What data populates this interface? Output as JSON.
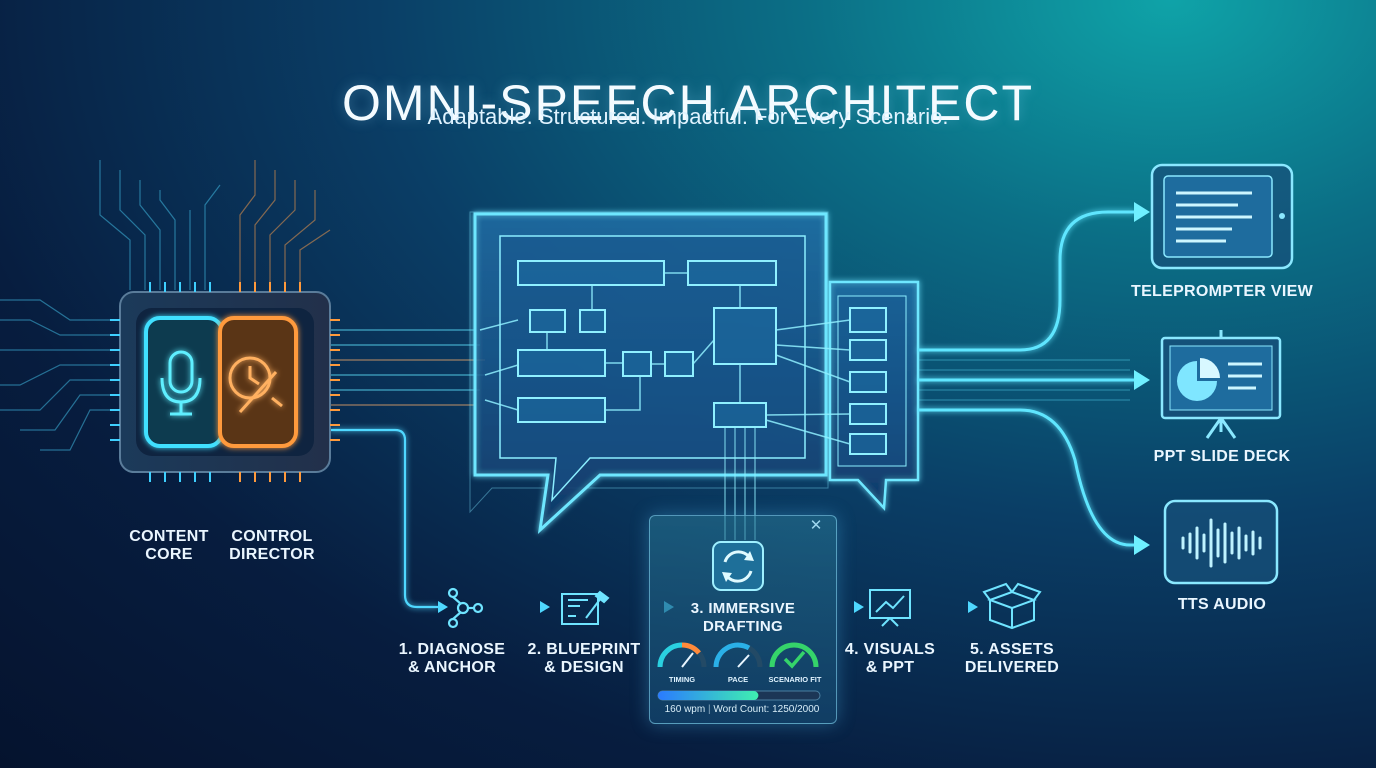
{
  "title": "OMNI-SPEECH ARCHITECT",
  "subtitle": "Adaptable. Structured. Impactful. For Every Scenario.",
  "core": {
    "left_label": [
      "CONTENT",
      "CORE"
    ],
    "right_label": [
      "CONTROL",
      "DIRECTOR"
    ],
    "left_icon": "microphone-icon",
    "right_icon": "clock-pencil-icon"
  },
  "steps": [
    {
      "lines": [
        "1. DIAGNOSE",
        "& ANCHOR"
      ],
      "icon": "network-nodes-icon"
    },
    {
      "lines": [
        "2. BLUEPRINT",
        "& DESIGN"
      ],
      "icon": "blueprint-pencil-icon"
    },
    {
      "lines": [
        "3. IMMERSIVE",
        "DRAFTING"
      ],
      "icon": "refresh-cycle-icon"
    },
    {
      "lines": [
        "4. VISUALS",
        "& PPT"
      ],
      "icon": "presentation-chart-icon"
    },
    {
      "lines": [
        "5. ASSETS",
        "DELIVERED"
      ],
      "icon": "open-box-icon"
    }
  ],
  "gauges": [
    {
      "label": "TIMING",
      "color": "#2ad0e0"
    },
    {
      "label": "PACE",
      "color": "#2ab0e8"
    },
    {
      "label": "SCENARIO FIT",
      "color": "#35d46a"
    }
  ],
  "progress": {
    "fraction": 0.62
  },
  "status": {
    "wpm": "160 wpm",
    "word_count": "Word Count: 1250/2000"
  },
  "outputs": [
    {
      "label": "TELEPROMPTER VIEW",
      "icon": "tablet-text-icon"
    },
    {
      "label": "PPT SLIDE DECK",
      "icon": "slide-easel-icon"
    },
    {
      "label": "TTS AUDIO",
      "icon": "sound-wave-icon"
    }
  ],
  "colors": {
    "cyan": "#3fe0ff",
    "orange": "#ff9a3c",
    "navy": "#071d3f"
  }
}
